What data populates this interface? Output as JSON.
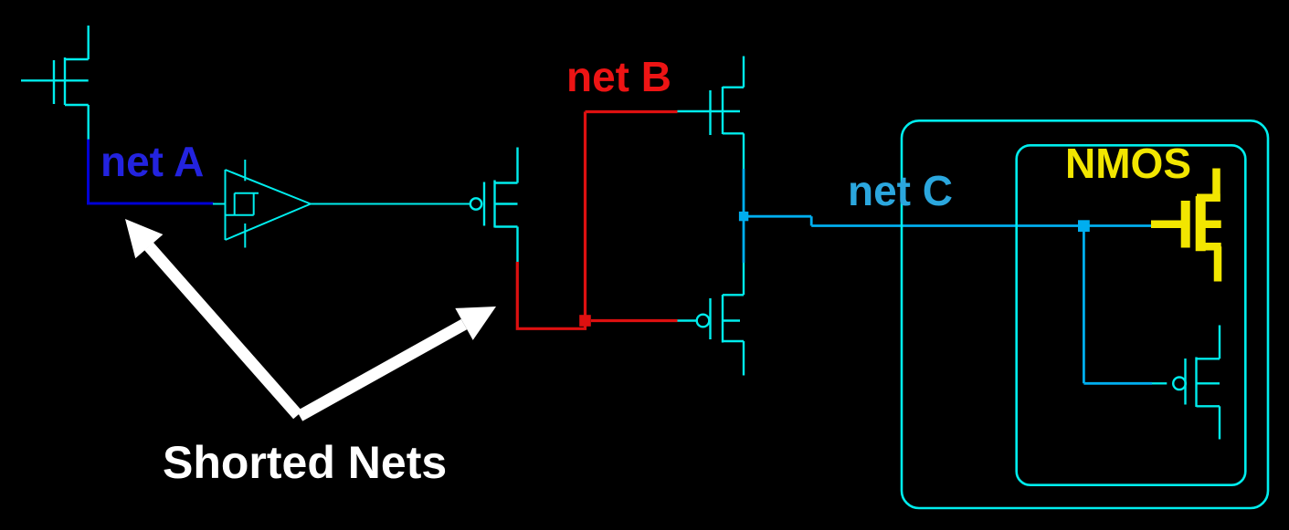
{
  "labels": {
    "net_a": "net A",
    "net_b": "net B",
    "net_c": "net C",
    "nmos": "NMOS",
    "shorted_nets": "Shorted Nets"
  },
  "colors": {
    "background": "#000000",
    "schematic_cyan": "#00EDED",
    "net_a_wire": "#0101D6",
    "net_a_text": "#2323DF",
    "net_b_wire": "#DD1010",
    "net_b_text": "#ED1414",
    "net_c_wire": "#00AEEF",
    "net_c_text": "#2BA7DE",
    "nmos_yellow": "#F2E600",
    "annotation_white": "#FFFFFF"
  }
}
